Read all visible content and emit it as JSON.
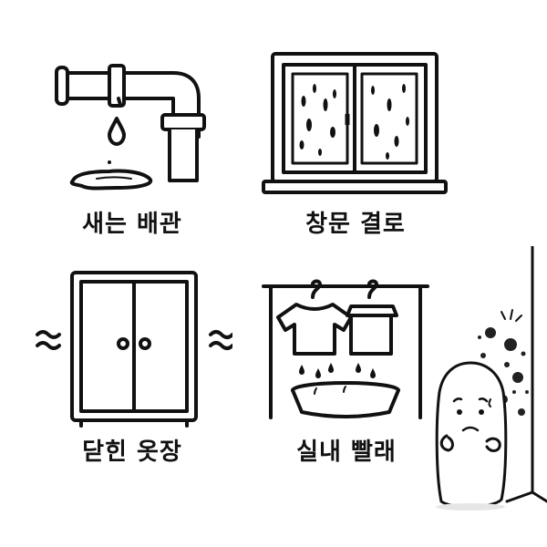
{
  "panels": [
    {
      "key": "pipe",
      "caption": "새는 배관",
      "icon": "leaking-pipe-icon"
    },
    {
      "key": "window",
      "caption": "창문 결로",
      "icon": "window-condensation-icon"
    },
    {
      "key": "closet",
      "caption": "닫힌 옷장",
      "icon": "closed-wardrobe-icon"
    },
    {
      "key": "laundry",
      "caption": "실내 빨래",
      "icon": "indoor-laundry-icon"
    }
  ],
  "mascot": {
    "icon": "worried-character-icon",
    "mold": "mold-spores-icon"
  },
  "colors": {
    "stroke": "#111111",
    "background": "#ffffff",
    "mold": "#222222"
  }
}
